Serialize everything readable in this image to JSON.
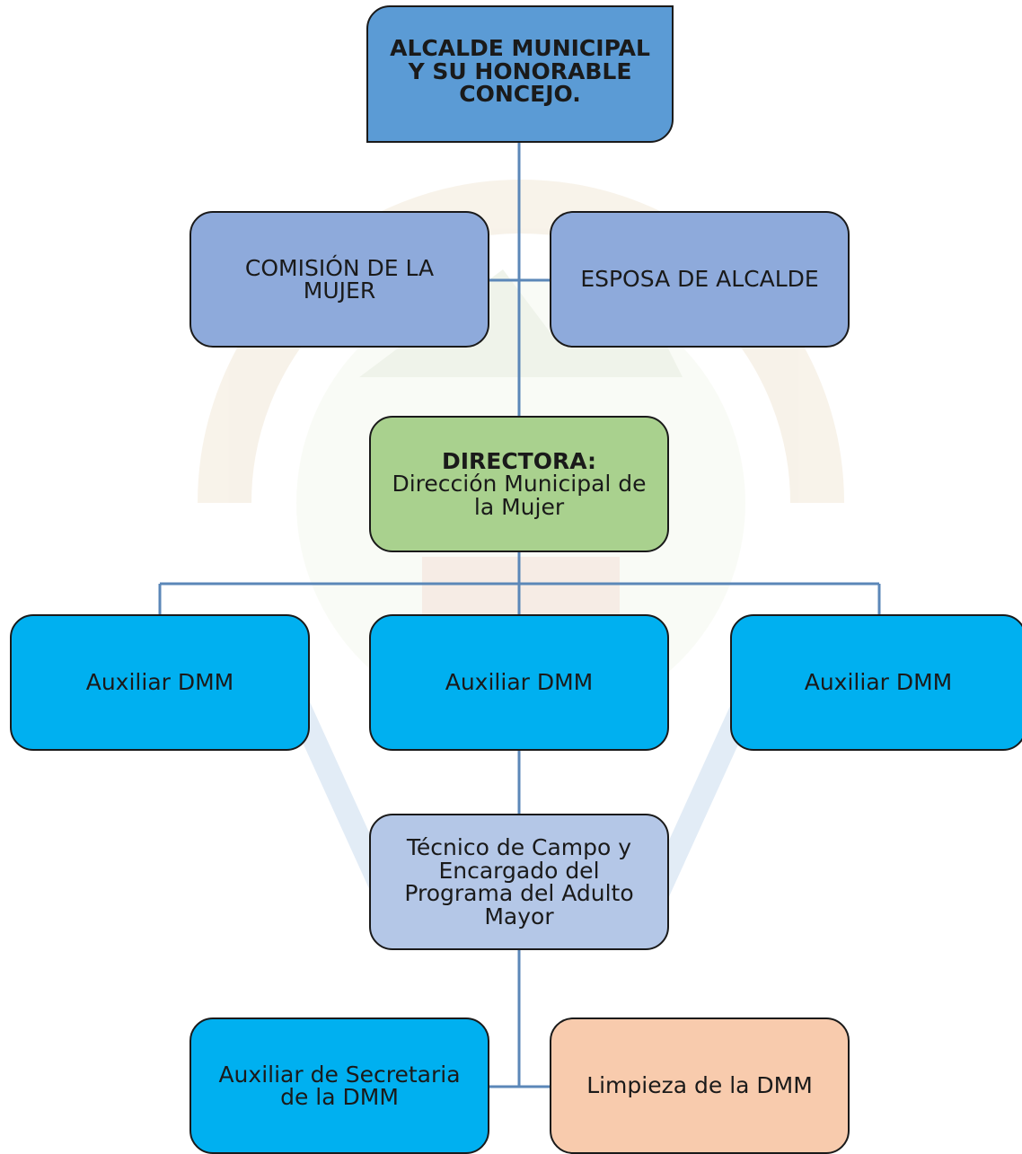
{
  "org_chart": {
    "top": {
      "lines": [
        "ALCALDE MUNICIPAL",
        "Y SU HONORABLE",
        "CONCEJO."
      ]
    },
    "comision": {
      "lines": [
        "COMISIÓN DE LA",
        "MUJER"
      ]
    },
    "esposa": {
      "lines": [
        "ESPOSA DE ALCALDE"
      ]
    },
    "directora": {
      "title": "DIRECTORA:",
      "lines": [
        "Dirección Municipal de",
        "la Mujer"
      ]
    },
    "auxiliares": [
      {
        "label": "Auxiliar DMM"
      },
      {
        "label": "Auxiliar DMM"
      },
      {
        "label": "Auxiliar DMM"
      }
    ],
    "tecnico": {
      "lines": [
        "Técnico de Campo y",
        "Encargado del",
        "Programa del Adulto",
        "Mayor"
      ]
    },
    "secretaria": {
      "lines": [
        "Auxiliar de Secretaria",
        "de la DMM"
      ]
    },
    "limpieza": {
      "lines": [
        "Limpieza de la DMM"
      ]
    }
  },
  "colors": {
    "top": "#5b9bd5",
    "comision": "#8eaadb",
    "esposa": "#8eaadb",
    "directora": "#a9d18e",
    "auxiliar": "#00b0f0",
    "tecnico": "#b4c7e7",
    "secretaria": "#00b0f0",
    "limpieza": "#f8cbad",
    "connector": "#5b87b8"
  }
}
